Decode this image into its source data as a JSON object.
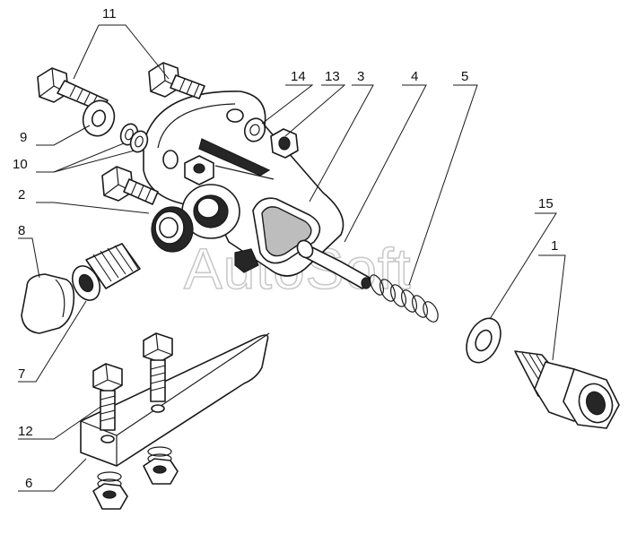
{
  "watermark": "AutoSoft",
  "callouts": {
    "c1": "1",
    "c2": "2",
    "c3": "3",
    "c4": "4",
    "c5": "5",
    "c6": "6",
    "c7": "7",
    "c8": "8",
    "c9": "9",
    "c10": "10",
    "c11": "11",
    "c12": "12",
    "c13": "13",
    "c14": "14",
    "c15": "15"
  }
}
